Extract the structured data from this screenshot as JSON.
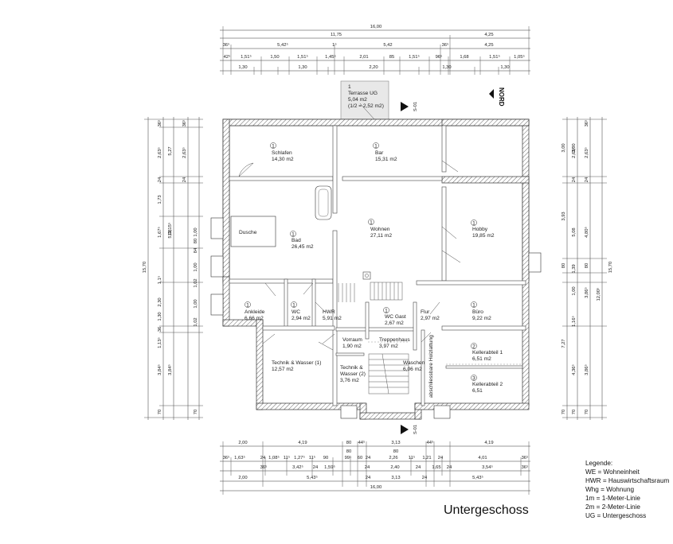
{
  "title": "Untergeschoss",
  "north_label": "NORD",
  "section_mark": "S-01",
  "legend": {
    "heading": "Legende:",
    "items": [
      "WE = Wohneinheit",
      "HWR = Hauswirtschaftsraum",
      "Whg = Wohnung",
      "1m = 1-Meter-Linie",
      "2m = 2-Meter-Linie",
      "UG = Untergeschoss"
    ]
  },
  "rooms": {
    "terrasse": {
      "num": "1",
      "name": "Terrasse UG",
      "area": "5,04 m2",
      "note": "(1/2 = 2,52 m2)"
    },
    "schlafen": {
      "num": "1",
      "name": "Schlafen",
      "area": "14,30 m2"
    },
    "bar": {
      "num": "1",
      "name": "Bar",
      "area": "15,31 m2"
    },
    "dusche": {
      "name": "Dusche"
    },
    "bad": {
      "num": "1",
      "name": "Bad",
      "area": "26,45 m2"
    },
    "wohnen": {
      "num": "1",
      "name": "Wohnen",
      "area": "27,11 m2"
    },
    "hobby": {
      "num": "1",
      "name": "Hobby",
      "area": "19,85 m2"
    },
    "ankleide": {
      "num": "1",
      "name": "Ankleide",
      "area": "6,66 m2"
    },
    "wc": {
      "num": "1",
      "name": "WC",
      "area": "2,94 m2"
    },
    "hwr": {
      "name": "HWR",
      "area": "5,91 m2"
    },
    "wcgast": {
      "num": "1",
      "name": "WC Gast",
      "area": "2,67 m2"
    },
    "flur": {
      "name": "Flur",
      "area": "2,97 m2"
    },
    "buero": {
      "num": "1",
      "name": "Büro",
      "area": "9,22 m2"
    },
    "vorraum": {
      "name": "Vorraum",
      "area": "1,90 m2"
    },
    "treppenhaus": {
      "name": "Treppenhaus",
      "area": "3,97 m2"
    },
    "technik1": {
      "name": "Technik & Wasser (1)",
      "area": "12,57 m2"
    },
    "technik2": {
      "name1": "Technik &",
      "name2": "Wasser (2)",
      "area": "3,76 m2"
    },
    "waschen": {
      "name": "Waschen",
      "area": "6,06 m2"
    },
    "keller1": {
      "num": "2",
      "name": "Kellerabteil 1",
      "area": "6,51 m2"
    },
    "keller2": {
      "num": "3",
      "name": "Kellerabteil 2",
      "area": "6,51"
    },
    "holz": {
      "name": "abschliessbare Holzlattung"
    }
  },
  "dims_top": {
    "r1": [
      "16,00"
    ],
    "r2": [
      "11,75",
      "4,25"
    ],
    "r3": [
      "36⁵",
      "5,42⁵",
      "1⁵",
      "5,42",
      "36⁵",
      "4,25"
    ],
    "r4": [
      "42⁵",
      "1,51⁵",
      "1,50",
      "1,51⁵",
      "1,45⁵",
      "2,01",
      "85",
      "1,51⁵",
      "96⁵",
      "1,68",
      "1,51⁵",
      "1,05⁵"
    ],
    "r5": [
      "1,30",
      "1,30",
      "2,20",
      "1,30",
      "1,30"
    ]
  },
  "dims_bottom": {
    "r1": [
      "2,00",
      "4,19",
      "80",
      "44⁵",
      "3,13",
      "44⁵",
      "4,19"
    ],
    "r1b": [
      "80",
      "80"
    ],
    "r2": [
      "36⁵",
      "1,63⁵",
      "24",
      "1,08⁵",
      "11⁵",
      "1,27⁵",
      "11⁵",
      "90",
      "99⁵",
      "60",
      "24",
      "2,26",
      "11⁵",
      "1,21",
      "24",
      "4,01",
      "36⁵"
    ],
    "r3": [
      "36⁵",
      "3,42⁵",
      "24",
      "1,59⁵",
      "24",
      "2,40",
      "24",
      "1,65",
      "24",
      "3,54⁵",
      "36⁵"
    ],
    "r4": [
      "2,00",
      "5,43⁵",
      "24",
      "3,13",
      "24",
      "5,43⁵"
    ],
    "r5": [
      "16,00"
    ]
  },
  "dims_left": {
    "total": "15,70",
    "a": [
      "36⁵",
      "2,63⁵",
      "24",
      "1,73",
      "1,67⁵",
      "1,1⁵",
      "2,30",
      "1,30",
      "36",
      "1,13⁵",
      "3,84⁵",
      "70"
    ],
    "b": [
      "5,27",
      "11,15⁵",
      "5,08",
      "3,84⁵"
    ],
    "c": [
      "36⁵",
      "2,63⁵",
      "24",
      "1,00",
      "80",
      "84",
      "1,00",
      "1,02",
      "1,00",
      "1,02",
      "70"
    ]
  },
  "dims_right": {
    "total": "15,70",
    "a": [
      "3,00",
      "3,93",
      "80",
      "7,27",
      "70"
    ],
    "b": [
      "3,00",
      "2,63⁵",
      "24",
      "5,08",
      "1,39",
      "1,00",
      "1,16⁵",
      "4,36⁵",
      "70"
    ],
    "c": [
      "36⁵",
      "2,63⁵",
      "24",
      "4,80⁵",
      "80",
      "3,86⁵",
      "12,00⁵",
      "3,86⁵",
      "70"
    ]
  }
}
